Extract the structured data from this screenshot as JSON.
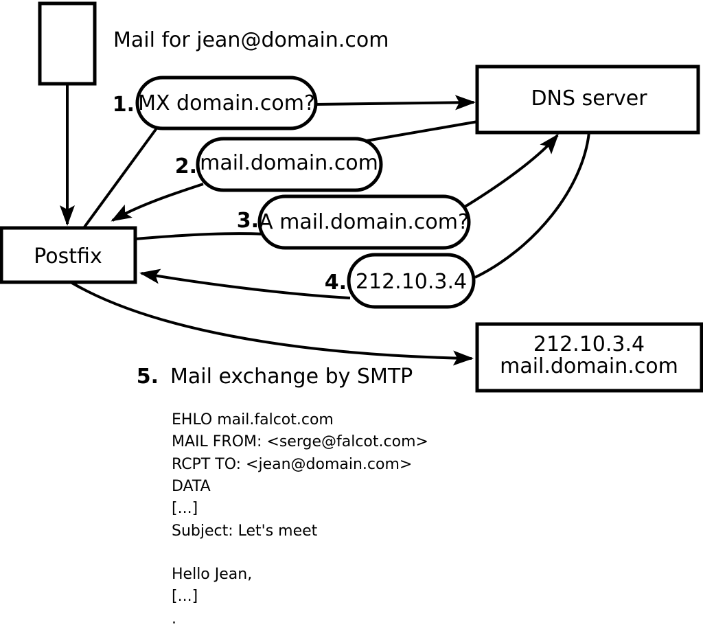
{
  "colors": {
    "background": "#ffffff",
    "stroke": "#000000",
    "text": "#000000"
  },
  "title": "Mail for jean@domain.com",
  "nodes": {
    "postfix": {
      "label": "Postfix"
    },
    "dns": {
      "label": "DNS server"
    },
    "mail_server": {
      "line1": "212.10.3.4",
      "line2": "mail.domain.com"
    }
  },
  "steps": [
    {
      "number": "1.",
      "label": "MX domain.com?"
    },
    {
      "number": "2.",
      "label": "mail.domain.com"
    },
    {
      "number": "3.",
      "label": "A mail.domain.com?"
    },
    {
      "number": "4.",
      "label": "212.10.3.4"
    },
    {
      "number": "5.",
      "label": "Mail exchange by SMTP"
    }
  ],
  "smtp_session": {
    "lines": [
      "EHLO mail.falcot.com",
      "MAIL FROM: <serge@falcot.com>",
      "RCPT TO: <jean@domain.com>",
      "DATA",
      "[...]",
      "Subject: Let's meet",
      "Hello Jean,",
      "[...]",
      "."
    ]
  }
}
